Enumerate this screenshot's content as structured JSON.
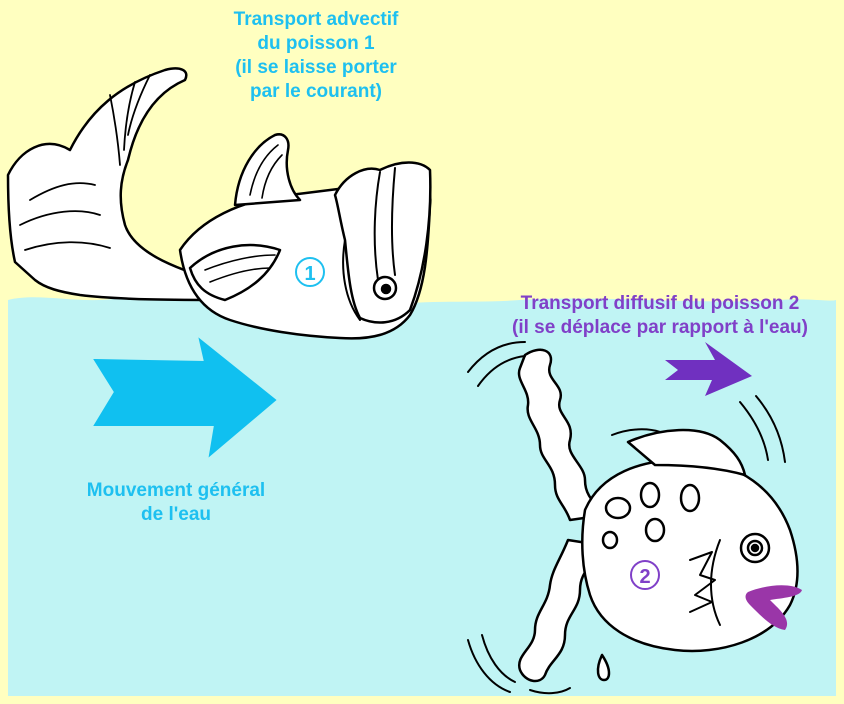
{
  "labels": {
    "advective": [
      "Transport advectif",
      "du poisson 1",
      "(il se laisse porter",
      "par le courant)"
    ],
    "diffusive": [
      "Transport diffusif du poisson 2",
      "(il se déplace par rapport à l'eau)"
    ],
    "water": [
      "Mouvement général",
      "de l'eau"
    ]
  },
  "markers": {
    "fish1": "1",
    "fish2": "2"
  },
  "colors": {
    "background": "#ffffc0",
    "water": "#c0f4f4",
    "advective_text": "#1ec0f0",
    "diffusive_text": "#8040c8",
    "water_arrow": "#10c0f0",
    "fish2_arrow": "#7030c0",
    "mouth": "#9a36a8"
  }
}
